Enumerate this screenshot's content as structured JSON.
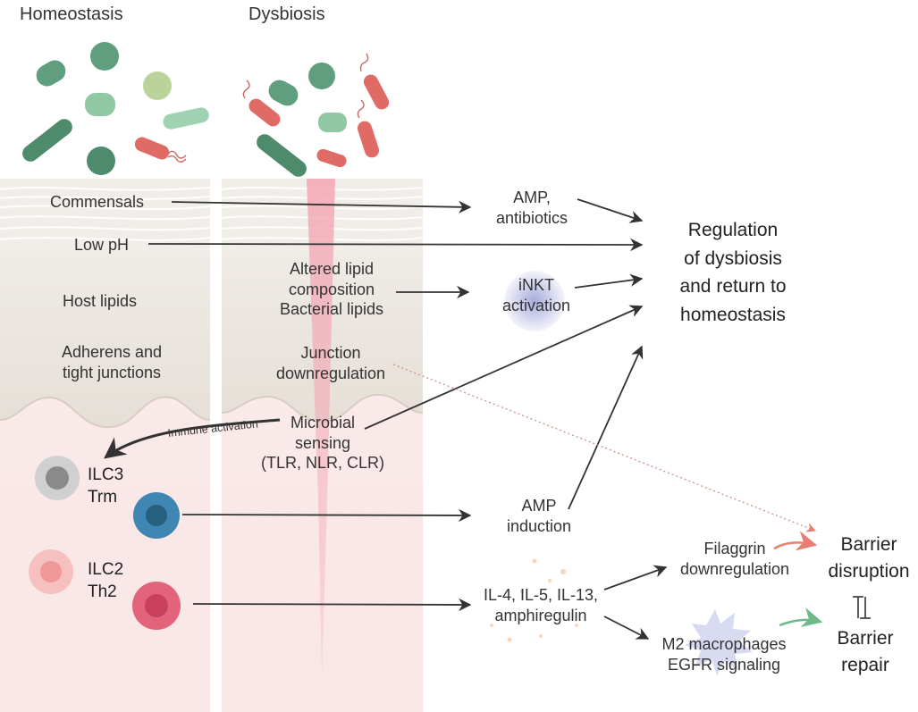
{
  "columns": {
    "homeostasis": "Homeostasis",
    "dysbiosis": "Dysbiosis"
  },
  "homeostasis_labels": {
    "commensals": "Commensals",
    "low_ph": "Low pH",
    "host_lipids": "Host lipids",
    "junctions": [
      "Adherens and",
      "tight junctions"
    ]
  },
  "homeostasis_cells": {
    "ilc3_trm": [
      "ILC3",
      "Trm"
    ],
    "ilc2_th2": [
      "ILC2",
      "Th2"
    ]
  },
  "dysbiosis_labels": {
    "lipids": [
      "Altered lipid",
      "composition",
      "Bacterial lipids"
    ],
    "junction_down": [
      "Junction",
      "downregulation"
    ],
    "microbial_sensing": [
      "Microbial",
      "sensing",
      "(TLR, NLR, CLR)"
    ],
    "immune_activation": "Immune activation"
  },
  "mediators": {
    "amp_antibiotics": [
      "AMP,",
      "antibiotics"
    ],
    "inkt": [
      "iNKT",
      "activation"
    ],
    "amp_induction": [
      "AMP",
      "induction"
    ],
    "cytokines": [
      "IL-4, IL-5, IL-13,",
      "amphiregulin"
    ],
    "filaggrin": [
      "Filaggrin",
      "downregulation"
    ],
    "m2": [
      "M2 macrophages",
      "EGFR signaling"
    ]
  },
  "outcomes": {
    "regulation": [
      "Regulation",
      "of dysbiosis",
      "and return to",
      "homeostasis"
    ],
    "barrier_disruption": [
      "Barrier",
      "disruption"
    ],
    "barrier_repair": [
      "Barrier",
      "repair"
    ]
  },
  "colors": {
    "commensal_green": "#5f9e7f",
    "pathobiont_red": "#e06a66",
    "ilc3_blue": "#3f86b2",
    "ilc2_pink": "#e2637a",
    "inkt_purple": "#8a8fd0",
    "arrow": "#333333",
    "disruption_arrow": "#e87e72",
    "repair_arrow": "#6fb98a"
  }
}
